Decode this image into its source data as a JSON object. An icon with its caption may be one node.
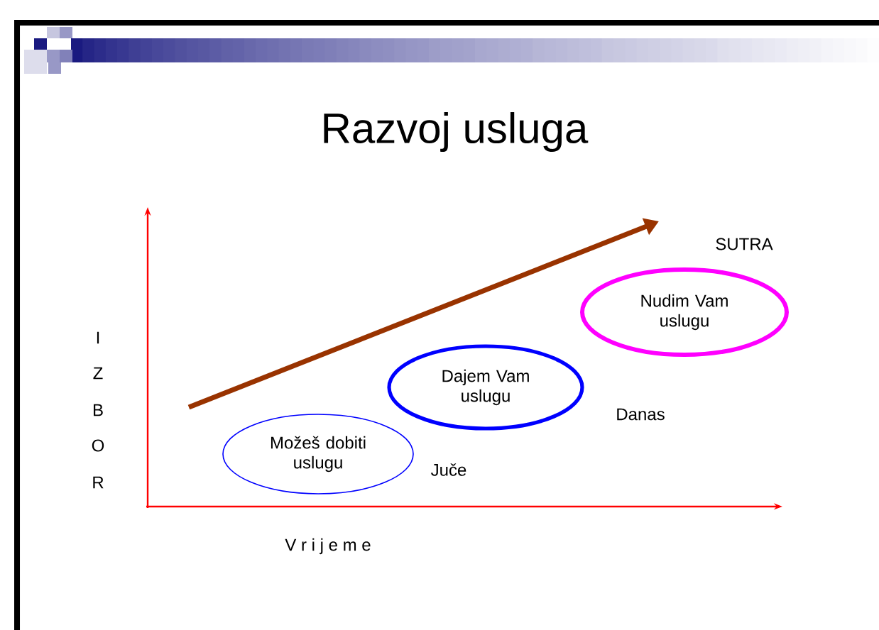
{
  "diagram": {
    "title": "Razvoj usluga",
    "nodes": [
      {
        "text": [
          "Možeš dobiti uslugu"
        ],
        "beside": [
          "Juče"
        ]
      },
      {
        "text": [
          "Dajem Vam uslugu"
        ],
        "beside": [
          "Danas"
        ]
      },
      {
        "text": [
          "Nudim  Vam uslugu"
        ],
        "beside": [
          "SUTRA"
        ]
      }
    ],
    "edges": [],
    "labels": [
      "I",
      "Z",
      "B",
      "O",
      "R",
      "V r i j e m e"
    ]
  }
}
